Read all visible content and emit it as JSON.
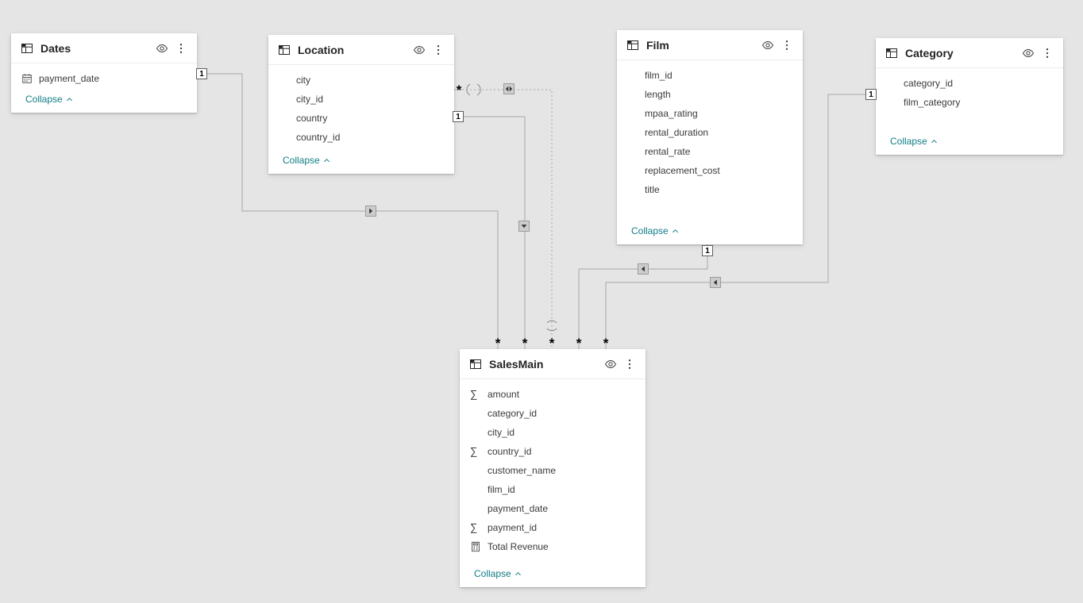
{
  "colors": {
    "background": "#e5e5e5",
    "card": "#ffffff",
    "collapse_link": "#117d85",
    "relationship_line": "#a6a6a6"
  },
  "header_icons": [
    "table-icon",
    "eye-icon",
    "more-options-icon"
  ],
  "tables": [
    {
      "name": "Dates",
      "collapse": "Collapse",
      "fields": [
        {
          "label": "payment_date",
          "icon": "calendar-icon"
        }
      ]
    },
    {
      "name": "Location",
      "collapse": "Collapse",
      "fields": [
        {
          "label": "city"
        },
        {
          "label": "city_id"
        },
        {
          "label": "country"
        },
        {
          "label": "country_id"
        }
      ]
    },
    {
      "name": "Film",
      "collapse": "Collapse",
      "fields": [
        {
          "label": "film_id"
        },
        {
          "label": "length"
        },
        {
          "label": "mpaa_rating"
        },
        {
          "label": "rental_duration"
        },
        {
          "label": "rental_rate"
        },
        {
          "label": "replacement_cost"
        },
        {
          "label": "title"
        }
      ]
    },
    {
      "name": "Category",
      "collapse": "Collapse",
      "fields": [
        {
          "label": "category_id"
        },
        {
          "label": "film_category"
        }
      ]
    },
    {
      "name": "SalesMain",
      "collapse": "Collapse",
      "fields": [
        {
          "label": "amount",
          "icon": "sigma-icon"
        },
        {
          "label": "category_id"
        },
        {
          "label": "city_id"
        },
        {
          "label": "country_id",
          "icon": "sigma-icon"
        },
        {
          "label": "customer_name"
        },
        {
          "label": "film_id"
        },
        {
          "label": "payment_date"
        },
        {
          "label": "payment_id",
          "icon": "sigma-icon"
        },
        {
          "label": "Total Revenue",
          "icon": "measure-icon"
        }
      ]
    }
  ],
  "relationships": {
    "one_label": "1",
    "many_label": "*",
    "items": [
      {
        "from": "Dates",
        "to": "SalesMain",
        "cardinality": "1:*",
        "style": "solid",
        "direction": "single"
      },
      {
        "from": "Location",
        "to": "SalesMain",
        "cardinality": "1:*",
        "style": "solid",
        "direction": "single"
      },
      {
        "from": "Location",
        "to": "SalesMain",
        "cardinality": "*:*",
        "style": "dashed",
        "direction": "both"
      },
      {
        "from": "Film",
        "to": "SalesMain",
        "cardinality": "1:*",
        "style": "solid",
        "direction": "single"
      },
      {
        "from": "Category",
        "to": "SalesMain",
        "cardinality": "1:*",
        "style": "solid",
        "direction": "single"
      }
    ]
  }
}
